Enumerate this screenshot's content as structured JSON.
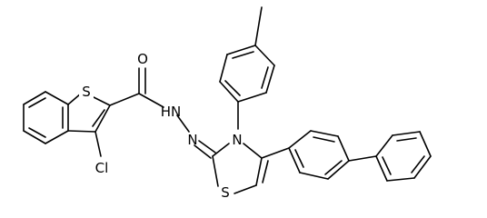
{
  "atoms": {
    "s_benzothiophene": "S",
    "o_carbonyl": "O",
    "hn_amide": "HN",
    "n_imine": "N",
    "n_thiazole": "N",
    "s_thiazole": "S",
    "cl": "Cl"
  },
  "colors": {
    "bond": "#000000",
    "label": "#000000",
    "background": "#ffffff"
  }
}
